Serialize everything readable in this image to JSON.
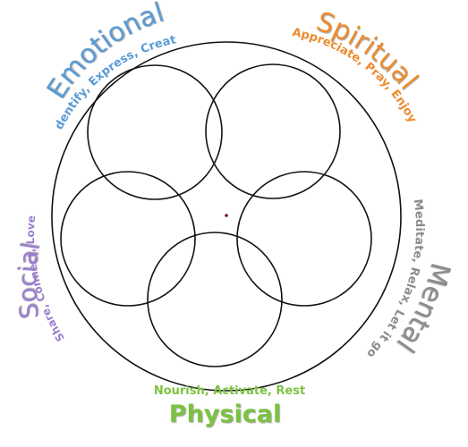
{
  "dimensions": {
    "emotional": {
      "title": "Emotional",
      "subtitle": "Identify, Express, Create",
      "color": "#5b9bd5"
    },
    "spiritual": {
      "title": "Spiritual",
      "subtitle": "Appreciate, Pray, Enjoy",
      "color": "#ed8b2f"
    },
    "mental": {
      "title": "Mental",
      "subtitle": "Meditate, Relax, Let it go",
      "color": "#8c8c8c"
    },
    "physical": {
      "title": "Physical",
      "subtitle": "Nourish, Activate, Rest",
      "color": "#7cc242"
    },
    "social": {
      "title": "Social",
      "subtitle": "Share, Connect, Love",
      "color": "#9a7fd1"
    }
  },
  "colors": {
    "line": "#111111",
    "center_dot": "#6b0f0f"
  }
}
